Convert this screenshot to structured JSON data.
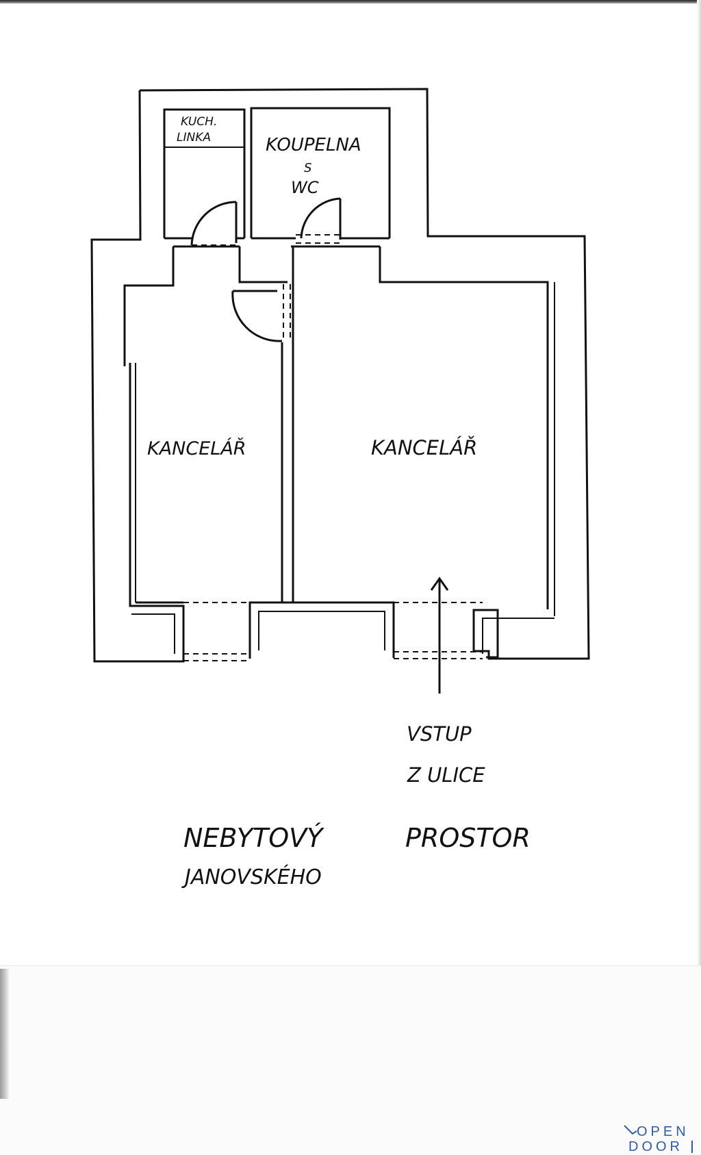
{
  "labels": {
    "kitchenette_line1": "KUCH.",
    "kitchenette_line2": "LINKA",
    "bathroom_line1": "KOUPELNA",
    "bathroom_line2": "S",
    "bathroom_line3": "WC",
    "office_left": "KANCELÁŘ",
    "office_right": "KANCELÁŘ",
    "entrance_line1": "VSTUP",
    "entrance_line2": "Z ULICE",
    "title_line1_a": "NEBYTOVÝ",
    "title_line1_b": "PROSTOR",
    "title_line2": "JANOVSKÉHO"
  },
  "logo": {
    "line1": "OPEN",
    "line2": "DOOR",
    "color": "#2e5aa8"
  },
  "colors": {
    "ink": "#111111",
    "paper": "#ffffff"
  }
}
